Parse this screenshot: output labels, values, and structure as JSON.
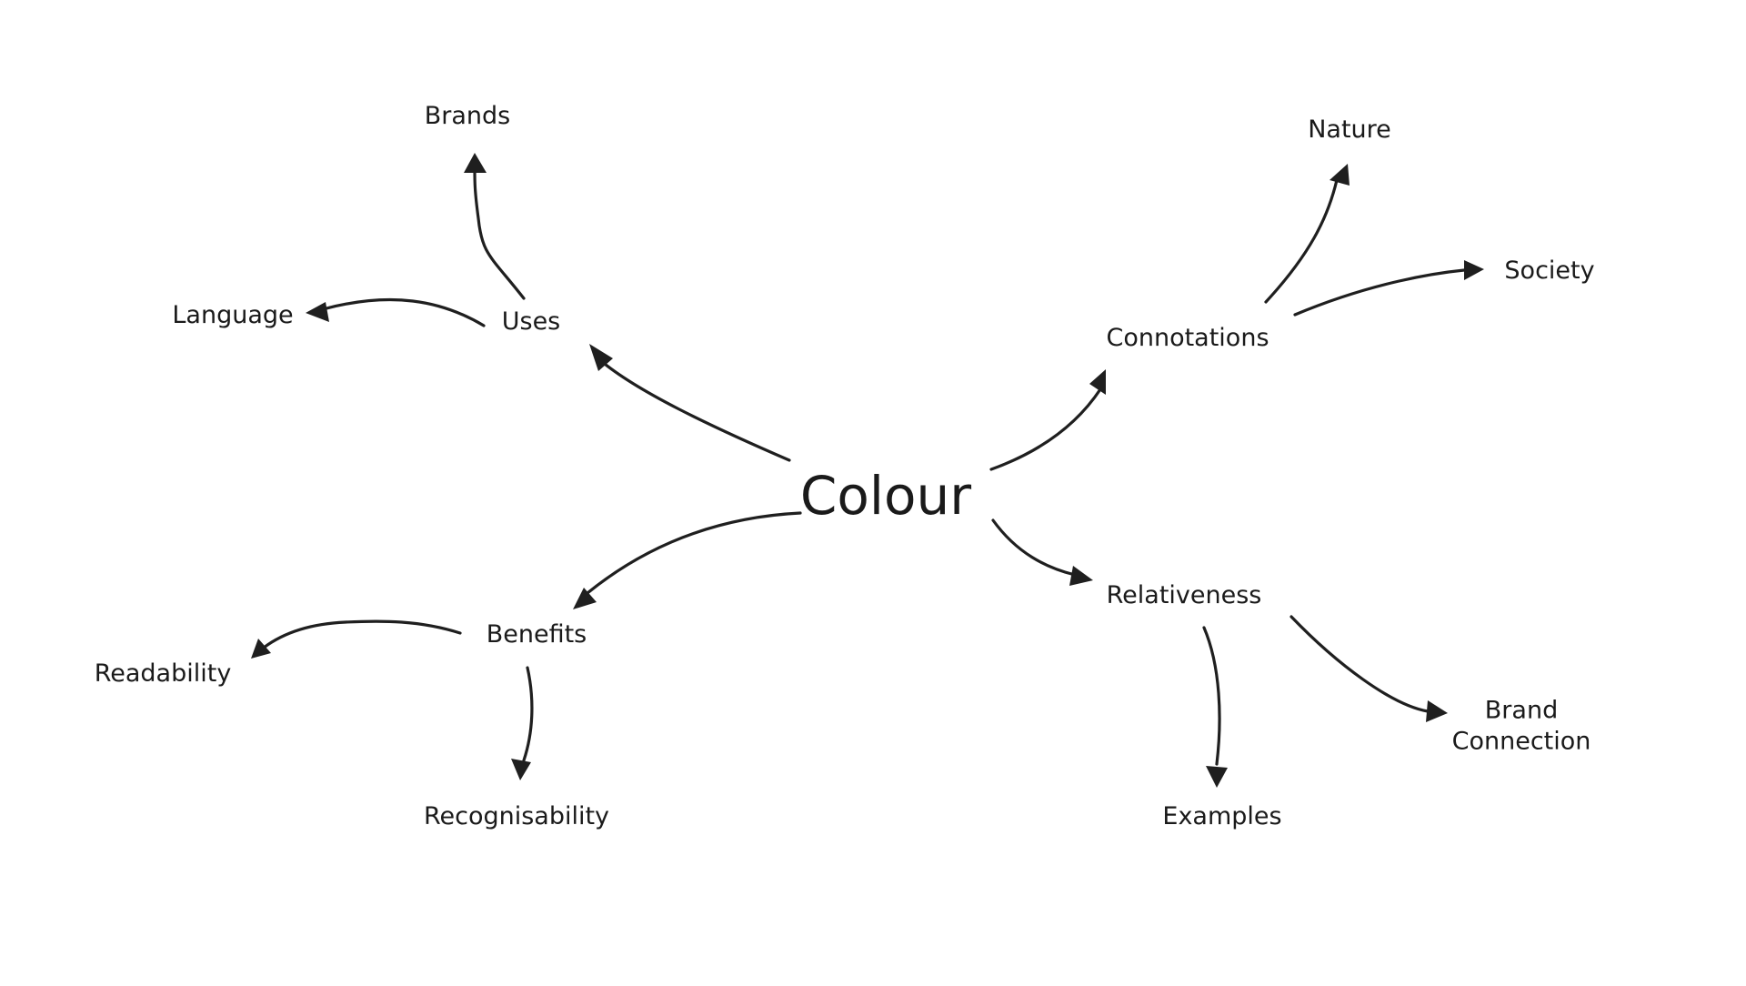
{
  "diagram": {
    "center": "Colour",
    "nodes": {
      "uses": "Uses",
      "brands": "Brands",
      "language": "Language",
      "connotations": "Connotations",
      "nature": "Nature",
      "society": "Society",
      "benefits": "Benefits",
      "readability": "Readability",
      "recognisability": "Recognisability",
      "relativeness": "Relativeness",
      "examples": "Examples",
      "brand_connection_line1": "Brand",
      "brand_connection_line2": "Connection"
    },
    "edges": [
      {
        "from": "Colour",
        "to": "Uses"
      },
      {
        "from": "Uses",
        "to": "Brands"
      },
      {
        "from": "Uses",
        "to": "Language"
      },
      {
        "from": "Colour",
        "to": "Connotations"
      },
      {
        "from": "Connotations",
        "to": "Nature"
      },
      {
        "from": "Connotations",
        "to": "Society"
      },
      {
        "from": "Colour",
        "to": "Benefits"
      },
      {
        "from": "Benefits",
        "to": "Readability"
      },
      {
        "from": "Benefits",
        "to": "Recognisability"
      },
      {
        "from": "Colour",
        "to": "Relativeness"
      },
      {
        "from": "Relativeness",
        "to": "Examples"
      },
      {
        "from": "Relativeness",
        "to": "Brand Connection"
      }
    ]
  }
}
